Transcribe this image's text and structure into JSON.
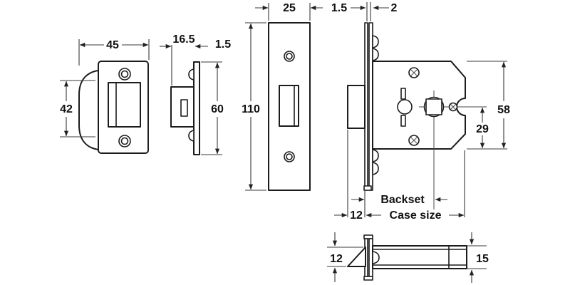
{
  "drawing": {
    "strike_plate_front": {
      "width": "45",
      "lip_height": "42"
    },
    "strike_plate_side": {
      "box_depth": "16.5",
      "plate_thickness": "1.5",
      "height": "60"
    },
    "faceplate_front": {
      "width": "25",
      "height": "110"
    },
    "lock_case": {
      "faceplate_thickness": "1.5",
      "inner_plate_thickness": "2",
      "height": "58",
      "spindle_to_bottom": "29",
      "backset_label": "Backset",
      "latch_projection": "12",
      "case_size_label": "Case size"
    },
    "latch_side": {
      "projection": "12",
      "height": "15"
    }
  }
}
